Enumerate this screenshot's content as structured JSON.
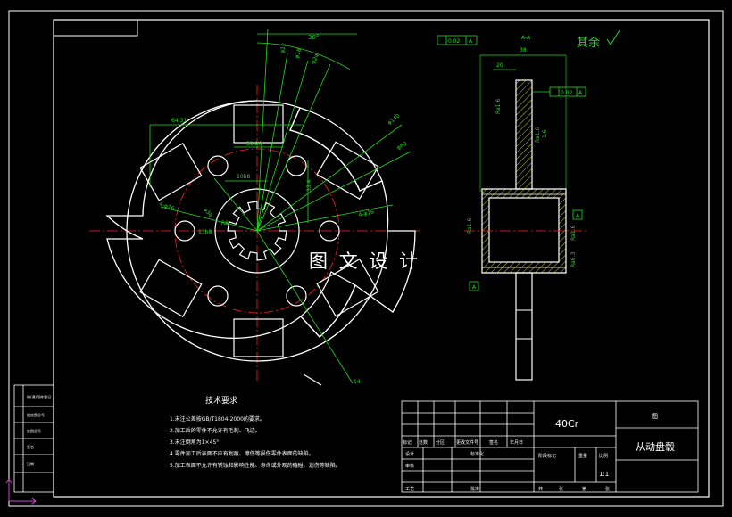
{
  "watermark": "图 文 设 计",
  "roughness_note": "其余",
  "section_label": "A-A",
  "dims": {
    "angle_top": "30°",
    "d_top": "φ12",
    "d_top2": "φ18",
    "d_top3": "φ24",
    "d_right1": "φ140",
    "d_right2": "φ80",
    "width_top": "64.31",
    "width_slot": "31.80",
    "d_center": "10h8",
    "dim_mid": "33.4",
    "dim_left": "4-φ16",
    "dim_left2": "φ38",
    "dim_right3": "4-φ16",
    "dim_h": "13h8",
    "dim_small": "R8",
    "dim_v": "14",
    "side_top": "38",
    "side_top2": "20",
    "gtol1": "0.02",
    "gtol1_ref": "A",
    "gtol2": "0.02",
    "gtol2_ref": "A",
    "rough1": "Ra1.6",
    "rough2": "Ra1.6",
    "rough3": "Ra1.6",
    "rough4": "Ra1.6",
    "rough5": "Ra6.3",
    "rough6": "1.6",
    "datum": "A",
    "datum2": "A"
  },
  "tech_title": "技术要求",
  "tech_items": [
    "1.未注公差按GB/T1804-2000的要求。",
    "2.加工后的零件不允许有毛刺、飞边。",
    "3.未注倒角为1×45°",
    "4.零件加工后表面不应有划痕、擦伤等损伤零件表面的缺陷。",
    "5.加工表面不允许有锈蚀和影响性能、寿命或外观的磕碰、划伤等缺陷。"
  ],
  "title_block": {
    "material": "40Cr",
    "part_name": "从动盘毂",
    "ratio": "1:1",
    "header_labels": [
      "标记",
      "处数",
      "分区",
      "更改文件号",
      "签名",
      "年月日"
    ],
    "row_labels": [
      "设计",
      "审核",
      "工艺"
    ],
    "mid_labels": [
      "标准化",
      "批准"
    ],
    "stage_label": "阶段标记",
    "weight_label": "重量",
    "scale_label": "比例",
    "sheet_labels": [
      "共",
      "张",
      "第",
      "张"
    ],
    "top_right": "图"
  },
  "side_block": {
    "labels": [
      "借(通)用件登记",
      "旧底图总号",
      "底图总号",
      "签名",
      "日期"
    ]
  },
  "colors": {
    "outline": "#ffffff",
    "dimension": "#22dd22",
    "center": "#ff2222",
    "hatch": "#ffff22",
    "border": "#ffffff"
  }
}
